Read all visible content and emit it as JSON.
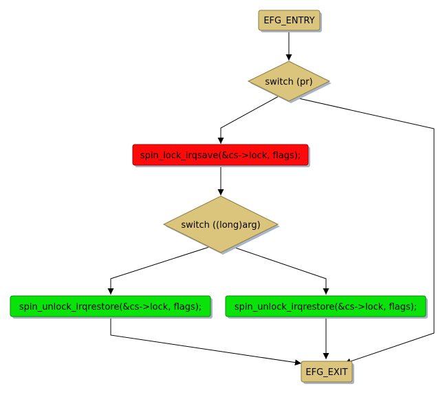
{
  "colors": {
    "terminal_fill": "#dbc57c",
    "decision_fill": "#dbc57c",
    "lock_fill": "#ff0a0a",
    "unlock_fill": "#0ae30a",
    "edge": "#000000",
    "shadow": "#aab4c8"
  },
  "nodes": {
    "entry": "EFG_ENTRY",
    "switch_pr": "switch (pr)",
    "lock": "spin_lock_irqsave(&cs->lock, flags);",
    "switch_arg": "switch ((long)arg)",
    "unlock_left": "spin_unlock_irqrestore(&cs->lock, flags);",
    "unlock_right": "spin_unlock_irqrestore(&cs->lock, flags);",
    "exit": "EFG_EXIT"
  }
}
